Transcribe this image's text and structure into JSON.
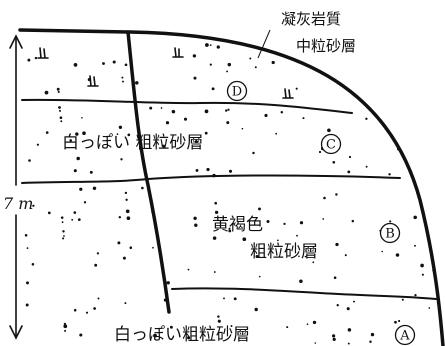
{
  "layers": {
    "D": {
      "name_line1": "凝灰岩質",
      "name_line2": "中粒砂層",
      "marker": "D"
    },
    "C": {
      "name": "白っぽい 粗粒砂層",
      "marker": "C"
    },
    "B": {
      "name_line1": "黄褐色",
      "name_line2": "粗粒砂層",
      "marker": "B"
    },
    "A": {
      "name": "白っぽい粗粒砂層",
      "marker": "A"
    }
  },
  "scale": {
    "label": "7 m"
  },
  "icons": {
    "plant_fossil": "plant-fossil-icon",
    "scale_arrow": "double-arrow-icon"
  },
  "colors": {
    "ink": "#111111",
    "paper": "#ffffff"
  }
}
